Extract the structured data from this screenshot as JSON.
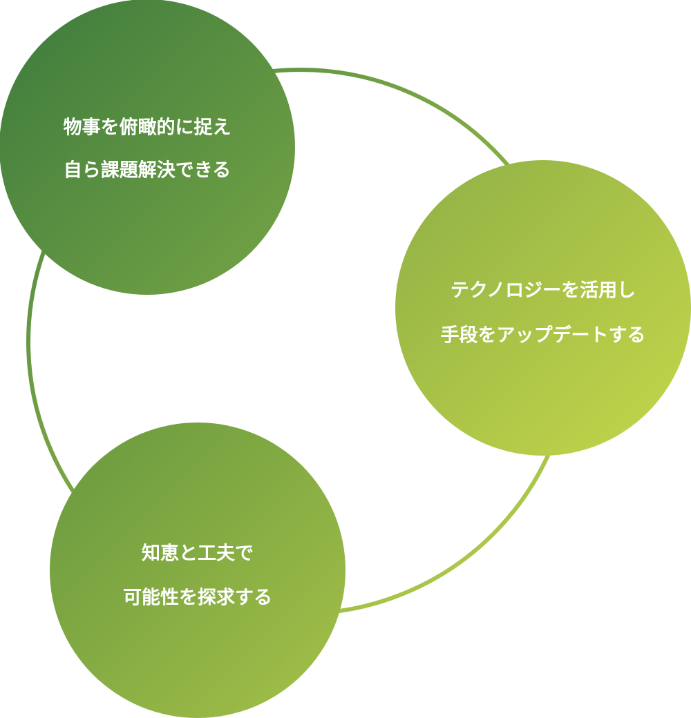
{
  "colors": {
    "ring_start": "#4a8540",
    "ring_end": "#bcd24a",
    "circle_dark": "#3f7b3e",
    "circle_mid": "#7aa444",
    "circle_light": "#c4d74a",
    "text": "#ffffff"
  },
  "nodes": [
    {
      "lines": [
        "物事を俯瞰的に捉え",
        "自ら課題解決できる"
      ]
    },
    {
      "lines": [
        "テクノロジーを活用し",
        "手段をアップデートする"
      ]
    },
    {
      "lines": [
        "知恵と工夫で",
        "可能性を探求する"
      ]
    }
  ]
}
